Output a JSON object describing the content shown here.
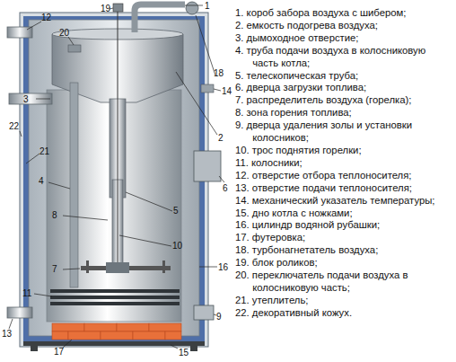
{
  "diagram": {
    "labels": [
      "19",
      "12",
      "1",
      "20",
      "3",
      "18",
      "14",
      "22",
      "2",
      "21",
      "6",
      "4",
      "5",
      "8",
      "10",
      "7",
      "16",
      "11",
      "9",
      "13",
      "17",
      "15",
      "1. короб забора воздуха с шибером;",
      "2. емкость подогрева воздуха;",
      "3. дымоходное отверстие;",
      "4. труба подачи воздуха в колосниковую часть котла;",
      "5. телескопическая труба;",
      "6. дверца загрузки топлива;",
      "7. распределитель воздуха (горелка);",
      "8. зона горения топлива;",
      "9. дверца удаления золы и установки колосников;",
      "10. трос поднятия горелки;",
      "11. колосники;",
      "12. отверстие отбора теплоносителя;",
      "13. отверстие подачи теплоносителя;",
      "14. механический указатель температуры;",
      "15. дно котла с ножками;",
      "16. цилиндр водяной рубашки;",
      "17. футеровка;",
      "18. турбонагнетатель воздуха;",
      "19. блок роликов;",
      "20. переключатель подачи воздуха в колосниковую часть;",
      "21. утеплитель;",
      "22. декоративный кожух."
    ]
  }
}
